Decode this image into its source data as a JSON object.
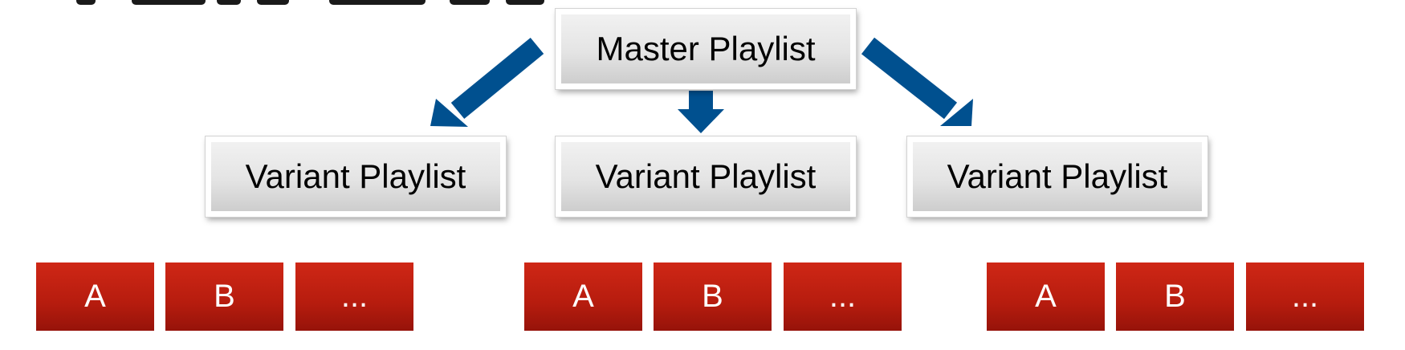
{
  "master": {
    "label": "Master Playlist"
  },
  "variants": [
    {
      "label": "Variant Playlist"
    },
    {
      "label": "Variant Playlist"
    },
    {
      "label": "Variant Playlist"
    }
  ],
  "segment_groups": [
    {
      "segments": [
        "A",
        "B",
        "..."
      ]
    },
    {
      "segments": [
        "A",
        "B",
        "..."
      ]
    },
    {
      "segments": [
        "A",
        "B",
        "..."
      ]
    }
  ],
  "colors": {
    "arrow": "#00508f",
    "segment": "#b91f10",
    "box": "#e4e4e4",
    "text": "#000000"
  }
}
